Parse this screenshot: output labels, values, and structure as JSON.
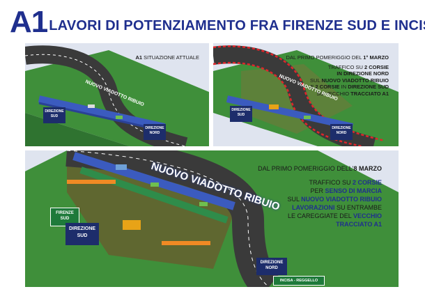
{
  "header": {
    "code": "A1",
    "headline": "LAVORI DI POTENZIAMENTO FRA FIRENZE SUD E INCISA"
  },
  "panel1": {
    "caption_bold": "A1",
    "caption_rest": " SITUAZIONE ATTUALE",
    "viaduct_label": "NUOVO VIADOTTO RIBUIO",
    "sign_left_1": "DIREZIONE",
    "sign_left_2": "SUD",
    "sign_right_1": "DIREZIONE",
    "sign_right_2": "NORD"
  },
  "panel2": {
    "line1_a": "DAL PRIMO POMERIGGIO DEL ",
    "line1_b": "1° MARZO",
    "line2_a": "TRAFFICO SU ",
    "line2_b": "2 CORSIE",
    "line3": "IN DIREZIONE NORD",
    "line4_a": "SUL ",
    "line4_b": "NUOVO VIADOTTO RIBUIO",
    "line5_a": "E ",
    "line5_b": "2 CORSIE",
    "line5_c": " IN ",
    "line5_d": "DIREZIONE SUD",
    "line6_a": "SU VECCHIO ",
    "line6_b": "TRACCIATO A1",
    "viaduct_label": "NUOVO VIADOTTO RIBUIO",
    "sign_left_1": "DIREZIONE",
    "sign_left_2": "SUD",
    "sign_right_1": "DIREZIONE",
    "sign_right_2": "NORD"
  },
  "panel3": {
    "line1_a": "DAL PRIMO POMERIGGIO DELL'",
    "line1_b": "8 MARZO",
    "line2_a": "TRAFFICO SU ",
    "line2_b": "2 CORSIE",
    "line3_a": "PER ",
    "line3_b": "SENSO DI MARCIA",
    "line4_a": "SUL ",
    "line4_b": "NUOVO VIADOTTO RIBUIO",
    "line5_a": "LAVORAZIONI",
    "line5_b": " SU ENTRAMBE",
    "line6_a": "LE CAREGGIATE DEL ",
    "line6_b": "VECCHIO",
    "line7": "TRACCIATO A1",
    "viaduct_label": "NUOVO VIADOTTO RIBUIO",
    "green_sign_1": "FIRENZE",
    "green_sign_2": "SUD",
    "blue_sign_1": "DIREZIONE",
    "blue_sign_2": "SUD",
    "nord_sign_1": "DIREZIONE",
    "nord_sign_2": "NORD",
    "green_sign_bottom": "INCISA - REGGELLO"
  },
  "colors": {
    "brand_blue": "#1f2f8e",
    "grass": "#3f8f3a",
    "asphalt": "#3a3a3a",
    "viaduct": "#3b5bbf",
    "panel_bg": "#dfe4ef",
    "barrier_red": "#e0262b",
    "sign_green": "#1e7a3a",
    "sign_navy": "#1d2d6b"
  }
}
